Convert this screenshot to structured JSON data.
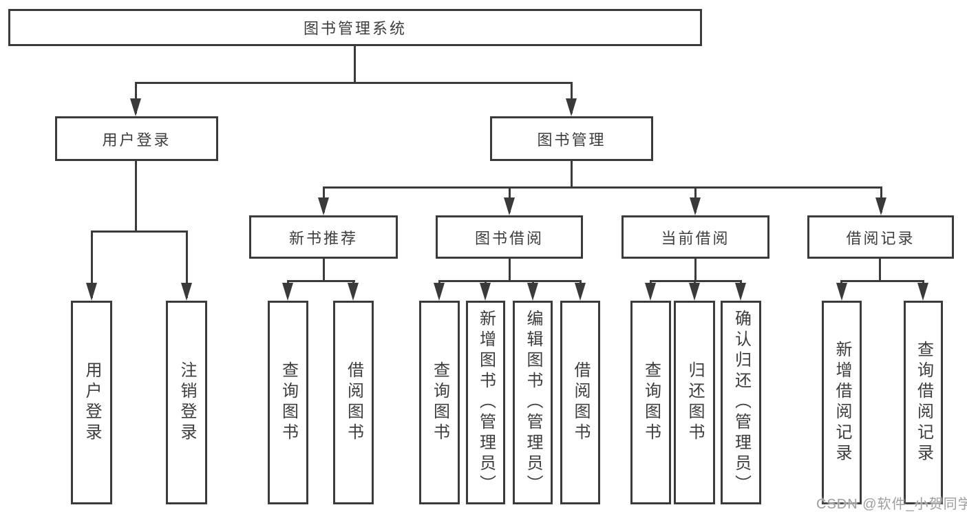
{
  "colors": {
    "line": "#3a3a3a",
    "text": "#3d3d3d",
    "background": "#ffffff",
    "watermark": "#9e9e9e"
  },
  "nodes": {
    "root": {
      "label": "图书管理系统"
    },
    "level2": [
      {
        "label": "用户登录"
      },
      {
        "label": "图书管理"
      }
    ],
    "level3": [
      {
        "label": "新书推荐",
        "parent": "图书管理"
      },
      {
        "label": "图书借阅",
        "parent": "图书管理"
      },
      {
        "label": "当前借阅",
        "parent": "图书管理"
      },
      {
        "label": "借阅记录",
        "parent": "图书管理"
      }
    ],
    "leaves": [
      {
        "label": "用户登录",
        "parent": "用户登录"
      },
      {
        "label": "注销登录",
        "parent": "用户登录"
      },
      {
        "label": "查询图书",
        "parent": "新书推荐"
      },
      {
        "label": "借阅图书",
        "parent": "新书推荐"
      },
      {
        "label": "查询图书",
        "parent": "图书借阅"
      },
      {
        "label": "新增图书（管理员）",
        "parent": "图书借阅"
      },
      {
        "label": "编辑图书（管理员）",
        "parent": "图书借阅"
      },
      {
        "label": "借阅图书",
        "parent": "图书借阅"
      },
      {
        "label": "查询图书",
        "parent": "当前借阅"
      },
      {
        "label": "归还图书",
        "parent": "当前借阅"
      },
      {
        "label": "确认归还（管理员）",
        "parent": "当前借阅"
      },
      {
        "label": "新增借阅记录",
        "parent": "借阅记录"
      },
      {
        "label": "查询借阅记录",
        "parent": "借阅记录"
      }
    ]
  },
  "watermark": {
    "text": "CSDN @软件_小贺同学"
  }
}
